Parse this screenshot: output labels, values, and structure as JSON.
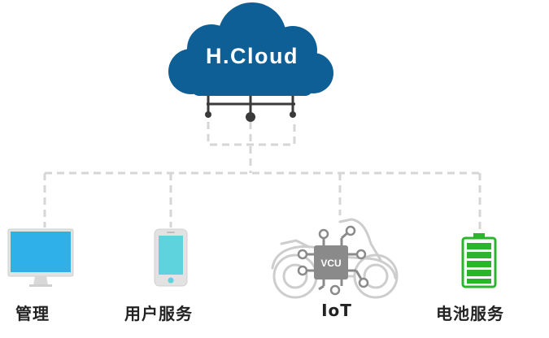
{
  "cloud": {
    "label": "H.Cloud",
    "color": "#0d5f96",
    "text_color": "#ffffff"
  },
  "connector_color": "#d6d6d6",
  "nodes": [
    {
      "id": "admin",
      "label": "管理",
      "icon": "desktop-monitor-icon",
      "color": "#2fb0e8"
    },
    {
      "id": "user-service",
      "label": "用户服务",
      "icon": "smartphone-icon",
      "color": "#5fd3dd"
    },
    {
      "id": "iot",
      "label": "IoT",
      "icon": "scooter-vcu-icon",
      "chip_label": "VCU",
      "color": "#8a8a8a"
    },
    {
      "id": "battery-service",
      "label": "电池服务",
      "icon": "battery-icon",
      "color": "#2bb52b"
    }
  ]
}
